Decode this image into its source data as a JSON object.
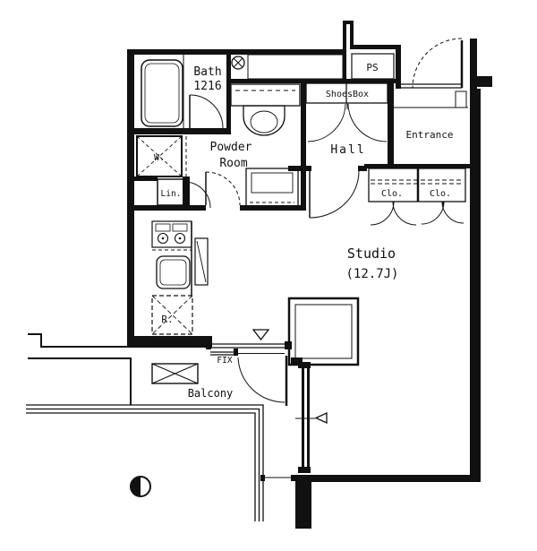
{
  "floorplan": {
    "rooms": {
      "bath": {
        "label": "Bath",
        "size": "1216"
      },
      "powder_room": {
        "line1": "Powder",
        "line2": "Room"
      },
      "hall": {
        "label": "Hall"
      },
      "entrance": {
        "label": "Entrance"
      },
      "studio": {
        "label": "Studio",
        "size": "(12.7J)"
      },
      "balcony": {
        "label": "Balcony"
      }
    },
    "fixtures": {
      "pipe_space": "PS",
      "shoes_box": "ShoesBox",
      "closet_left": "Clo.",
      "closet_right": "Clo.",
      "washer": "W.",
      "linen": "Lin.",
      "refrigerator": "R.",
      "fixed_window": "FIX"
    },
    "colors": {
      "line": "#111111",
      "background": "#ffffff"
    }
  }
}
